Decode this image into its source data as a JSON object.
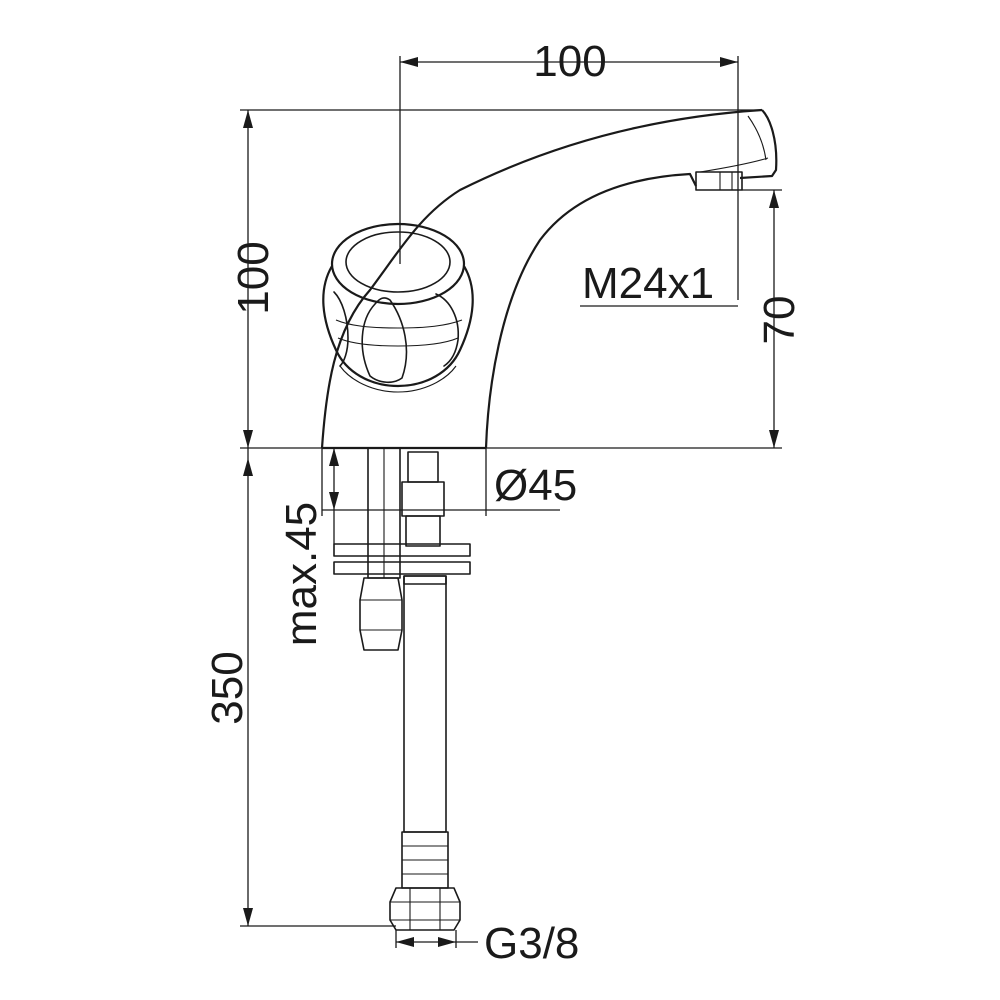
{
  "drawing": {
    "dimensions": {
      "spout_reach": "100",
      "overall_height": "100",
      "aerator_thread": "M24x1",
      "spout_height": "70",
      "base_diameter": "Ø45",
      "max_deck_thickness": "max.45",
      "hose_length": "350",
      "connection_thread": "G3/8"
    }
  }
}
